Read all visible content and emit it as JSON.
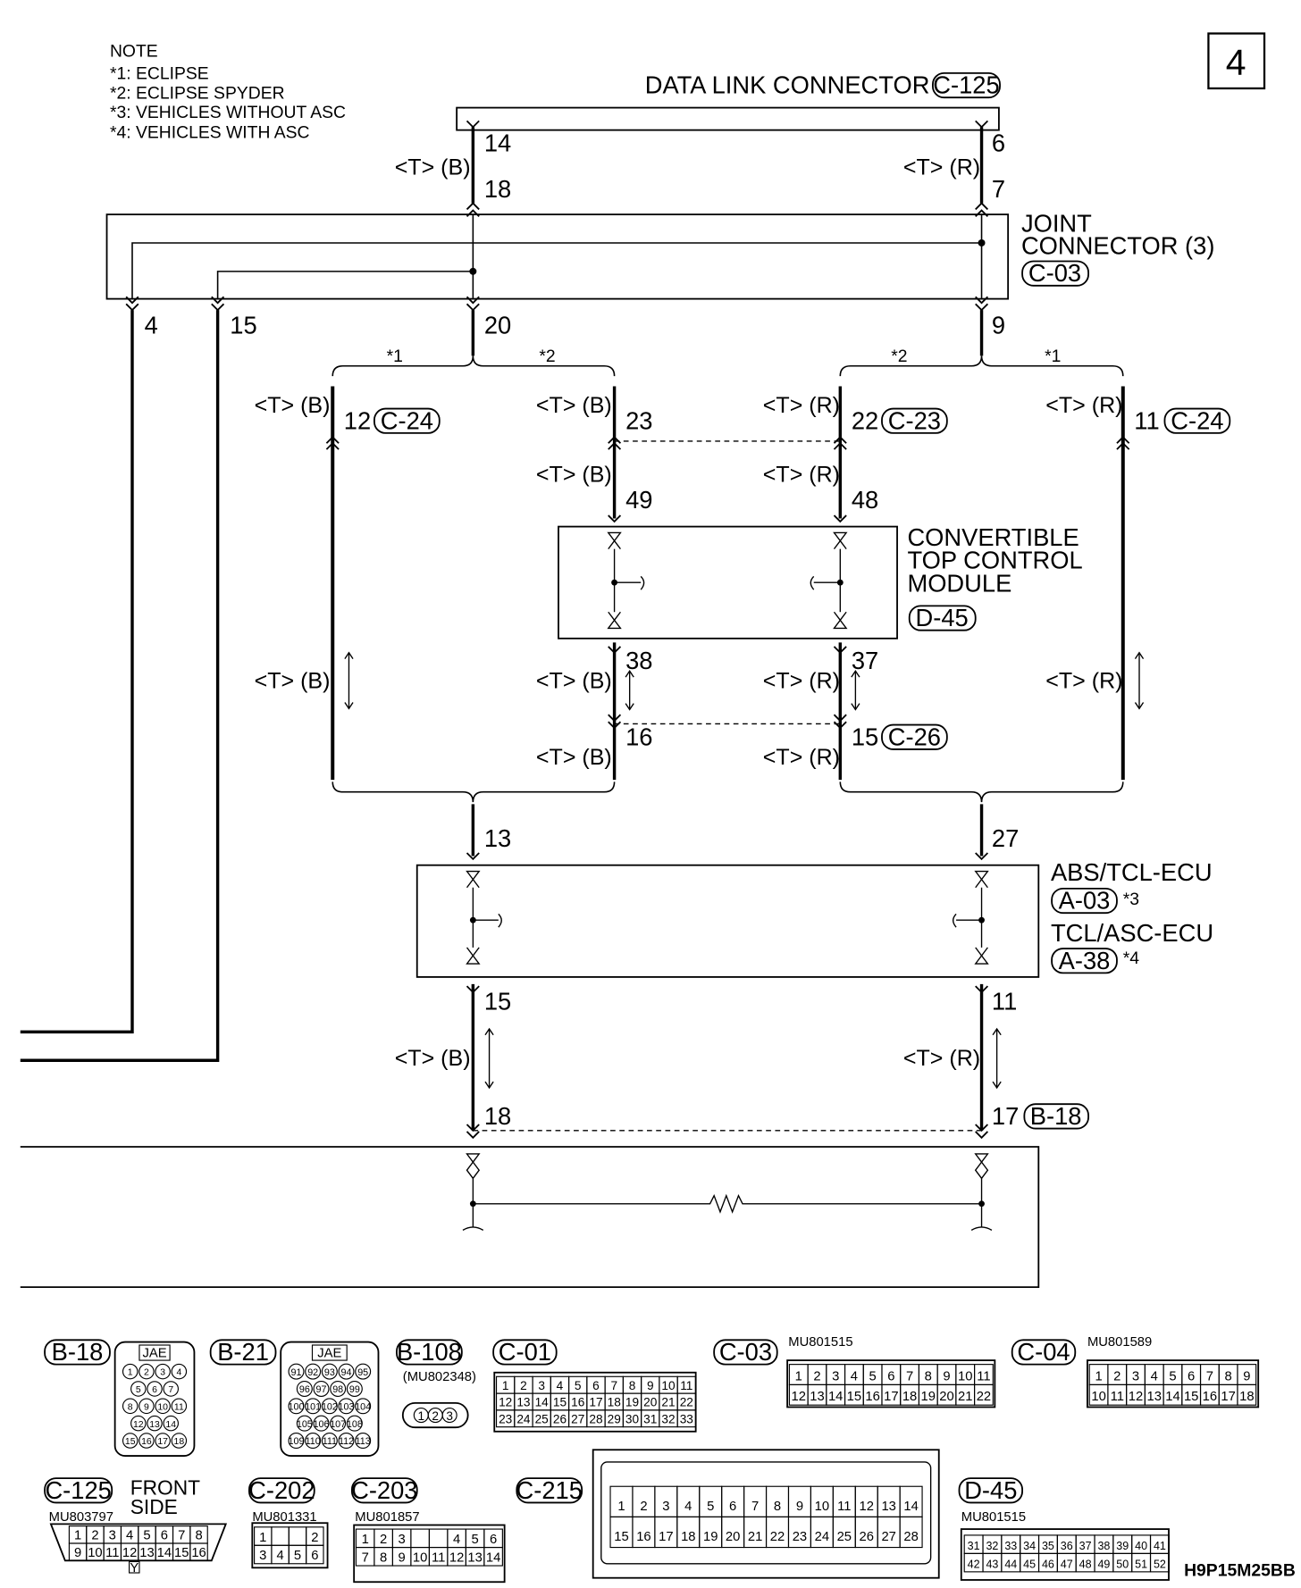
{
  "page_number": "4",
  "drawing_code": "H9P15M25BB",
  "note": {
    "title": "NOTE",
    "items": [
      "*1: ECLIPSE",
      "*2: ECLIPSE SPYDER",
      "*3: VEHICLES WITHOUT ASC",
      "*4: VEHICLES WITH ASC"
    ]
  },
  "wire_colors": {
    "b": "<T> (B)",
    "r": "<T> (R)"
  },
  "marks": {
    "m1": "*1",
    "m2": "*2",
    "m3": "*3",
    "m4": "*4"
  },
  "components": {
    "dlc": {
      "name": "DATA LINK CONNECTOR",
      "code": "C-125",
      "pin_b": "14",
      "pin_r": "6"
    },
    "joint": {
      "line1": "JOINT",
      "line2": "CONNECTOR (3)",
      "code": "C-03",
      "pin_in_b": "18",
      "pin_in_r": "7",
      "pin_out1": "4",
      "pin_out2": "15",
      "pin_out_b": "20",
      "pin_out_r": "9"
    },
    "c24_left": {
      "pin": "12",
      "code": "C-24"
    },
    "c24_right": {
      "pin": "11",
      "code": "C-24"
    },
    "c23": {
      "pin_b": "23",
      "pin_r": "22",
      "code": "C-23"
    },
    "ctcm": {
      "line1": "CONVERTIBLE",
      "line2": "TOP CONTROL",
      "line3": "MODULE",
      "code": "D-45",
      "pin_in_b": "49",
      "pin_in_r": "48",
      "pin_out_b": "38",
      "pin_out_r": "37"
    },
    "c26": {
      "pin_b": "16",
      "pin_r": "15",
      "code": "C-26"
    },
    "ecu": {
      "name1": "ABS/TCL-ECU",
      "code1": "A-03",
      "name2": "TCL/ASC-ECU",
      "code2": "A-38",
      "pin_in_b": "13",
      "pin_in_r": "27",
      "pin_out_b": "15",
      "pin_out_r": "11"
    },
    "b18": {
      "pin_b": "18",
      "pin_r": "17",
      "code": "B-18"
    }
  },
  "connector_views": {
    "b18": {
      "code": "B-18",
      "jae": "JAE",
      "rows": [
        [
          "1",
          "2",
          "3",
          "4"
        ],
        [
          "5",
          "6",
          "7"
        ],
        [
          "8",
          "9",
          "10",
          "11"
        ],
        [
          "12",
          "13",
          "14"
        ],
        [
          "15",
          "16",
          "17",
          "18"
        ]
      ]
    },
    "b21": {
      "code": "B-21",
      "jae": "JAE",
      "rows": [
        [
          "91",
          "92",
          "93",
          "94",
          "95"
        ],
        [
          "96",
          "97",
          "98",
          "99"
        ],
        [
          "100",
          "101",
          "102",
          "103",
          "104"
        ],
        [
          "105",
          "106",
          "107",
          "108"
        ],
        [
          "109",
          "110",
          "111",
          "112",
          "113"
        ]
      ]
    },
    "b108": {
      "code": "B-108",
      "part": "(MU802348)",
      "pins": [
        "1",
        "2",
        "3"
      ]
    },
    "c01": {
      "code": "C-01",
      "rows": [
        [
          "1",
          "2",
          "3",
          "4",
          "5",
          "6",
          "7",
          "8",
          "9",
          "10",
          "11"
        ],
        [
          "12",
          "13",
          "14",
          "15",
          "16",
          "17",
          "18",
          "19",
          "20",
          "21",
          "22"
        ],
        [
          "23",
          "24",
          "25",
          "26",
          "27",
          "28",
          "29",
          "30",
          "31",
          "32",
          "33"
        ]
      ]
    },
    "c03": {
      "code": "C-03",
      "part": "MU801515",
      "rows": [
        [
          "1",
          "2",
          "3",
          "4",
          "5",
          "6",
          "7",
          "8",
          "9",
          "10",
          "11"
        ],
        [
          "12",
          "13",
          "14",
          "15",
          "16",
          "17",
          "18",
          "19",
          "20",
          "21",
          "22"
        ]
      ]
    },
    "c04": {
      "code": "C-04",
      "part": "MU801589",
      "rows": [
        [
          "1",
          "2",
          "3",
          "4",
          "5",
          "6",
          "7",
          "8",
          "9"
        ],
        [
          "10",
          "11",
          "12",
          "13",
          "14",
          "15",
          "16",
          "17",
          "18"
        ]
      ]
    },
    "c125": {
      "code": "C-125",
      "part": "MU803797",
      "front1": "FRONT",
      "front2": "SIDE",
      "rows": [
        [
          "1",
          "2",
          "3",
          "4",
          "5",
          "6",
          "7",
          "8"
        ],
        [
          "9",
          "10",
          "11",
          "12",
          "13",
          "14",
          "15",
          "16"
        ]
      ],
      "key": "Y"
    },
    "c202": {
      "code": "C-202",
      "part": "MU801331",
      "rows": [
        [
          "1",
          "",
          "",
          "2"
        ],
        [
          "3",
          "4",
          "5",
          "6"
        ]
      ]
    },
    "c203": {
      "code": "C-203",
      "part": "MU801857",
      "rows": [
        [
          "1",
          "2",
          "3",
          "",
          "",
          "4",
          "5",
          "6"
        ],
        [
          "7",
          "8",
          "9",
          "10",
          "11",
          "12",
          "13",
          "14"
        ]
      ]
    },
    "c215": {
      "code": "C-215",
      "rows": [
        [
          "1",
          "2",
          "3",
          "4",
          "5",
          "6",
          "7",
          "8",
          "9",
          "10",
          "11",
          "12",
          "13",
          "14"
        ],
        [
          "15",
          "16",
          "17",
          "18",
          "19",
          "20",
          "21",
          "22",
          "23",
          "24",
          "25",
          "26",
          "27",
          "28"
        ]
      ]
    },
    "d45": {
      "code": "D-45",
      "part": "MU801515",
      "rows": [
        [
          "31",
          "32",
          "33",
          "34",
          "35",
          "36",
          "37",
          "38",
          "39",
          "40",
          "41"
        ],
        [
          "42",
          "43",
          "44",
          "45",
          "46",
          "47",
          "48",
          "49",
          "50",
          "51",
          "52"
        ]
      ]
    }
  }
}
